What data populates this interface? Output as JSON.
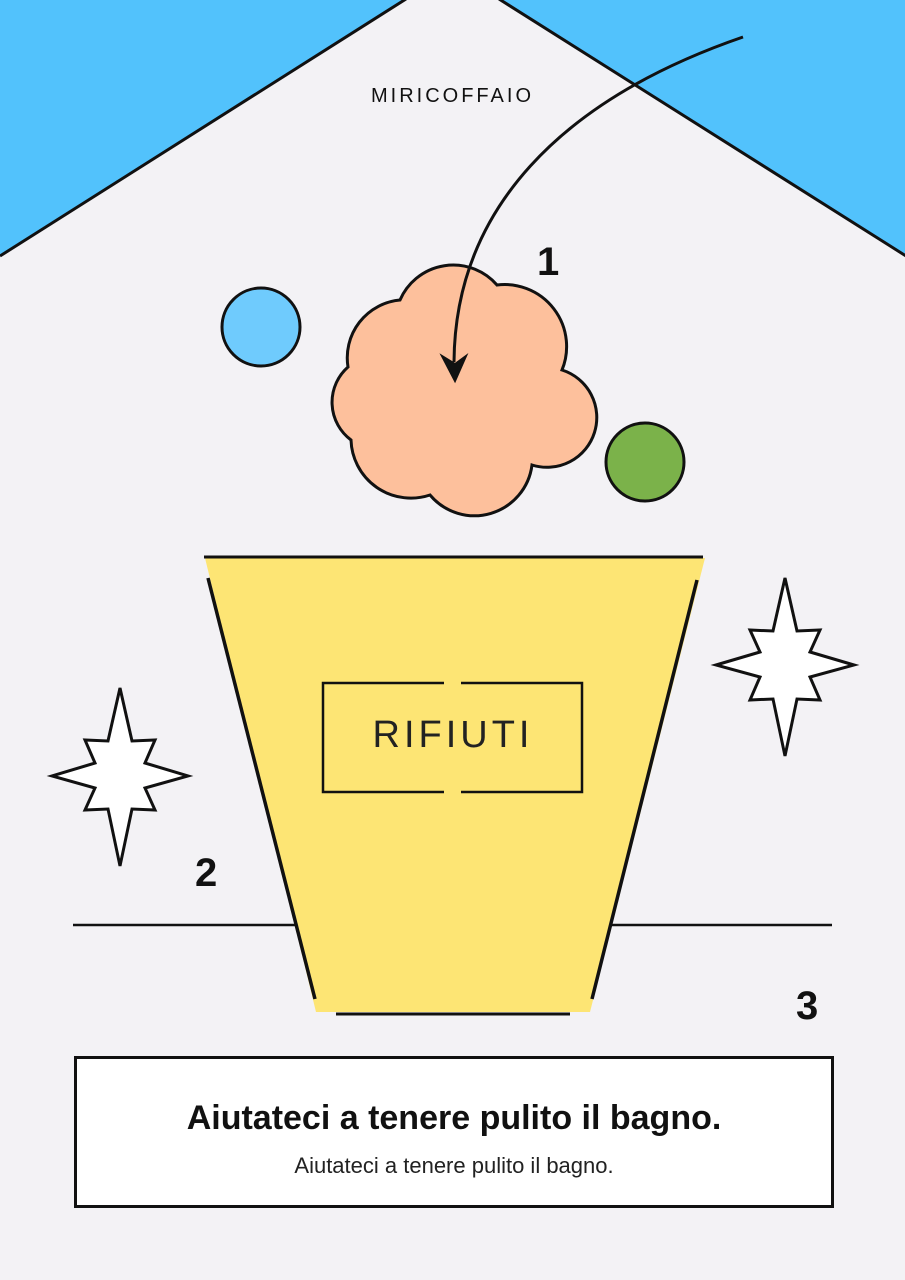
{
  "brand": "MIRICOFFAIO",
  "steps": [
    "1",
    "2",
    "3"
  ],
  "bin_label": "RIFIUTI",
  "message": {
    "title": "Aiutateci a tenere pulito il bagno.",
    "subtitle": "Aiutateci a tenere pulito il bagno."
  },
  "colors": {
    "sky": "#52c2fc",
    "background": "#f3f2f5",
    "bin": "#fde574",
    "cloud": "#fdc09c",
    "ball_blue": "#6fcbfd",
    "ball_green": "#7bb24a",
    "outline": "#111111"
  },
  "icons": [
    "cloud-icon",
    "arrow-icon",
    "star-icon",
    "ball-icon"
  ]
}
